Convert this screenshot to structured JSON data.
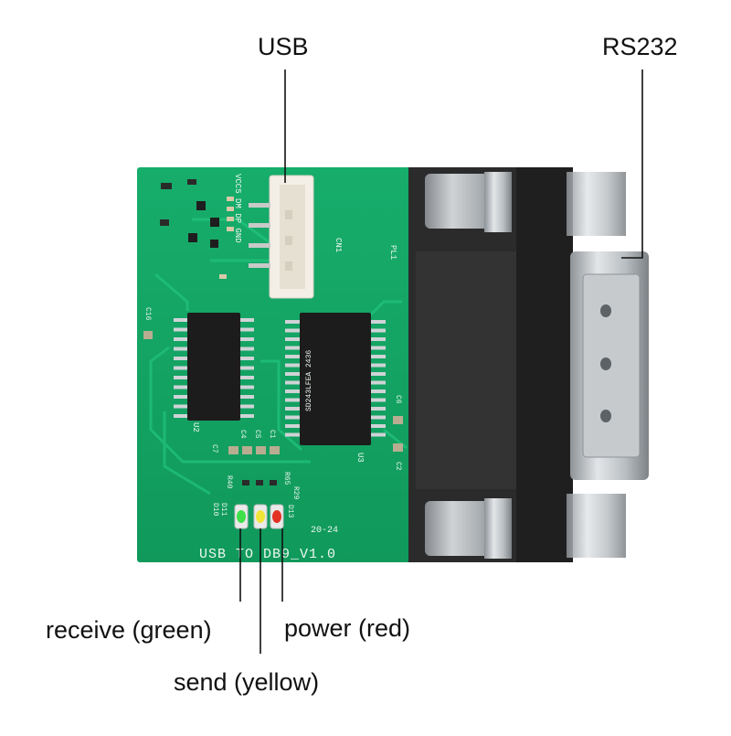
{
  "colors": {
    "pcb": "#14a866",
    "pcb_dark": "#0f8f55",
    "trace": "#1bbd76",
    "connector_body": "#2b2b2b",
    "metal": "#b9bec2",
    "led_receive": "#3fe04a",
    "led_send": "#f2e53a",
    "led_power": "#e23224",
    "chip": "#1c1c1c",
    "leader_line": "#111111"
  },
  "callouts": {
    "usb": "USB",
    "rs232": "RS232",
    "receive": "receive (green)",
    "power": "power (red)",
    "send": "send (yellow)"
  },
  "board": {
    "model_text": "USB TO DB9_V1.0",
    "date_code": "20-24",
    "usb_pins": "VCC5 DM DP GND",
    "header_ref": "CN1",
    "connector_ref": "PL1",
    "chip_u2": "U2",
    "chip_u3": "U3",
    "chip_u3_marking": "SD243LFEA 2436",
    "cap_c16": "C16",
    "cap_c7": "C7",
    "cap_c4": "C4",
    "cap_c5": "C5",
    "cap_c1": "C1",
    "cap_c6": "C6",
    "cap_c2": "C2",
    "res_r40": "R40",
    "res_r65": "R65",
    "res_r29": "R29",
    "led_d10": "D10",
    "led_d11": "D11",
    "led_d13": "D13"
  },
  "icons": {
    "led_receive": "green-led-icon",
    "led_send": "yellow-led-icon",
    "led_power": "red-led-icon",
    "usb_header": "usb-header-icon",
    "db9": "db9-connector-icon"
  }
}
